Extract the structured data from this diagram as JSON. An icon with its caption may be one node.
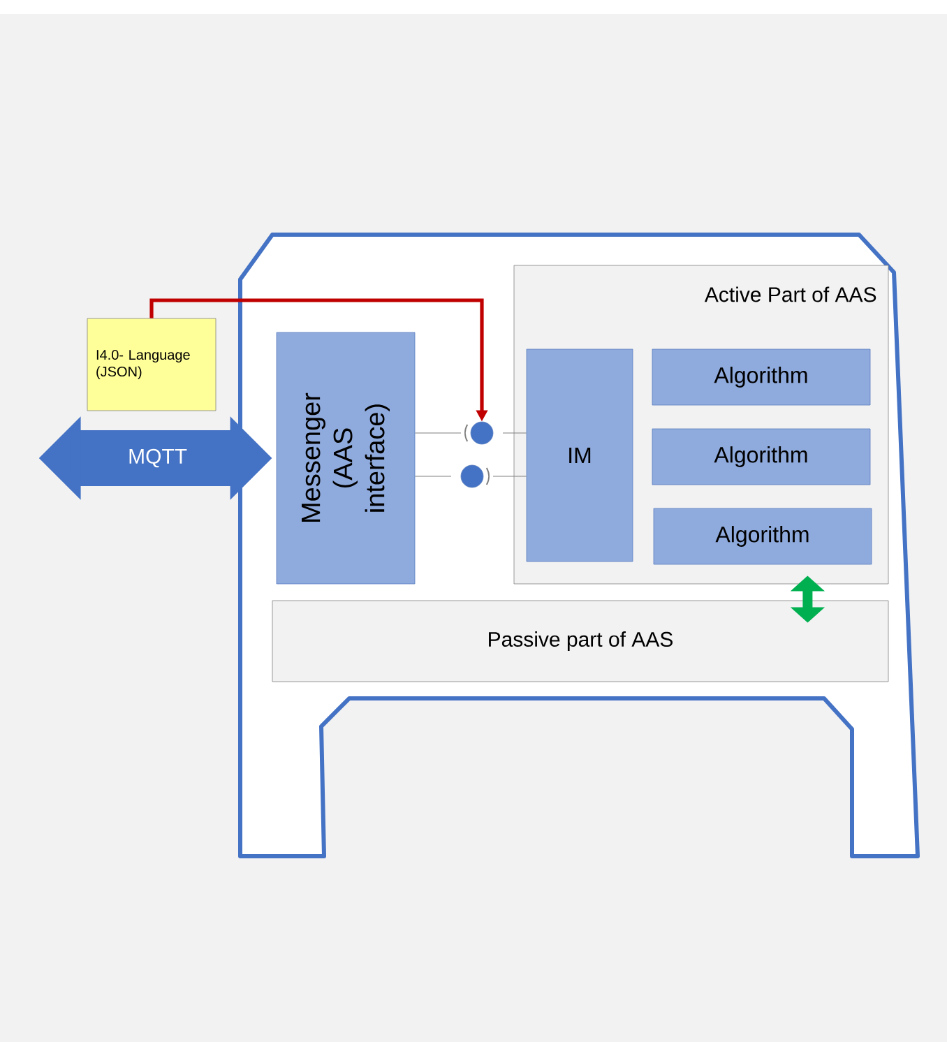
{
  "diagram": {
    "nodes": [
      {
        "text": [],
        "shape": "box"
      },
      {
        "text": [
          "I4.0- Language (JSON)"
        ]
      },
      {
        "text": [
          "Messenger (AAS interface)"
        ],
        "in": 0
      },
      {
        "text": [
          "Active Part of AAS"
        ],
        "in": 0
      },
      {
        "text": [
          "IM"
        ],
        "in": 3
      },
      {
        "text": [
          "Algorithm"
        ],
        "in": 3
      },
      {
        "text": [
          "Algorithm"
        ],
        "in": 3
      },
      {
        "text": [
          "Algorithm"
        ],
        "in": 3
      },
      {
        "text": [
          "Passive part of AAS"
        ],
        "in": 0
      },
      {
        "text": [],
        "shape": "circle",
        "in": 0
      },
      {
        "text": [],
        "shape": "circle",
        "in": 0
      }
    ],
    "edges": [
      {
        "from": 1,
        "to": 9,
        "arrow": "to",
        "style": "thick",
        "color": "#c00000"
      },
      {
        "from": null,
        "to": 2,
        "arrow": "both",
        "style": "thick",
        "color": "#4472c4",
        "label": "MQTT"
      },
      {
        "from": 2,
        "to": 9,
        "arrow": "none"
      },
      {
        "from": 9,
        "to": 4,
        "arrow": "none"
      },
      {
        "from": 2,
        "to": 10,
        "arrow": "none"
      },
      {
        "from": 10,
        "to": 4,
        "arrow": "none"
      },
      {
        "from": 3,
        "to": 8,
        "arrow": "both",
        "style": "thick",
        "color": "#00b050"
      }
    ]
  }
}
